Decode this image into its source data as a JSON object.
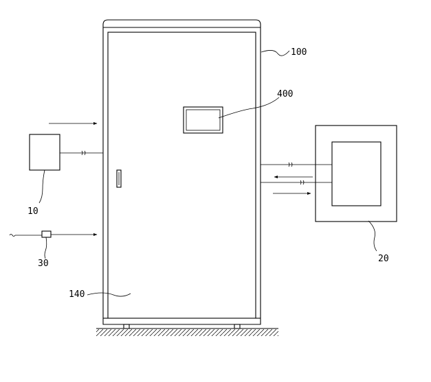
{
  "labels": {
    "cabinet": "100",
    "display": "400",
    "unit_left": "10",
    "unit_right": "20",
    "sensor": "30",
    "door": "140"
  }
}
